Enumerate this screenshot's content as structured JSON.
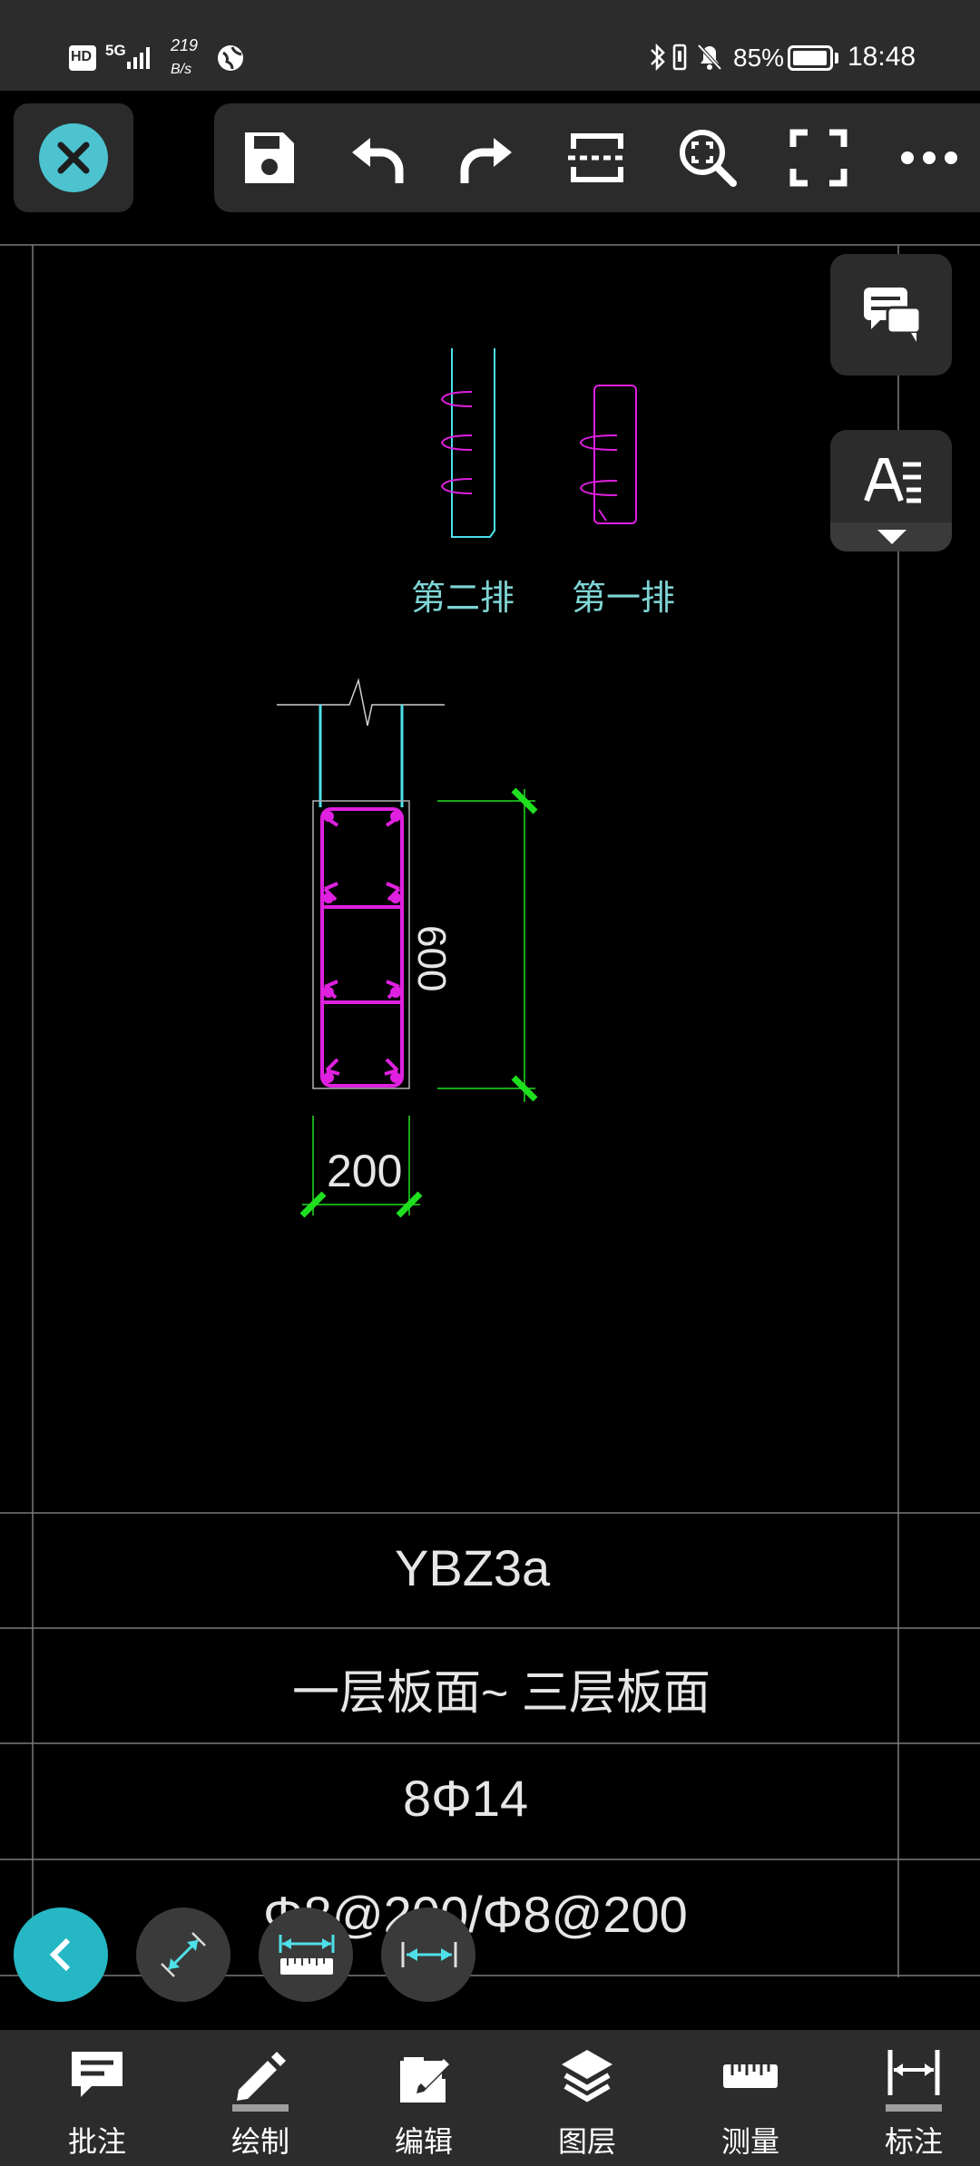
{
  "status_bar": {
    "hd": "HD",
    "network": "5G",
    "speed_value": "219",
    "speed_unit": "B/s",
    "battery_percent": "85%",
    "time": "18:48"
  },
  "toolbar": {
    "close_icon": "close-icon",
    "items": [
      "save-icon",
      "undo-icon",
      "redo-icon",
      "section-icon",
      "zoom-fit-icon",
      "fullscreen-icon",
      "more-icon"
    ]
  },
  "drawing": {
    "row_label_second": "第二排",
    "row_label_first": "第一排",
    "dim_height": "600",
    "dim_width": "200",
    "colors": {
      "cyan": "#4ee0e8",
      "magenta": "#e020e0",
      "green": "#1fe01f",
      "gray": "#9a9a9a"
    }
  },
  "table": {
    "rows": [
      "YBZ3a",
      "一层板面~ 三层板面",
      "8Φ14",
      "Φ8@200/Φ8@200"
    ]
  },
  "side_buttons": [
    "comment-list-icon",
    "text-style-icon"
  ],
  "quick_tools": [
    "back-icon",
    "align-dimension-icon",
    "ruler-icon",
    "linear-dimension-icon"
  ],
  "bottom_nav": [
    {
      "label": "批注",
      "icon": "annotate-icon"
    },
    {
      "label": "绘制",
      "icon": "pencil-icon"
    },
    {
      "label": "编辑",
      "icon": "edit-icon"
    },
    {
      "label": "图层",
      "icon": "layers-icon"
    },
    {
      "label": "测量",
      "icon": "ruler-icon"
    },
    {
      "label": "标注",
      "icon": "dimension-icon"
    }
  ]
}
